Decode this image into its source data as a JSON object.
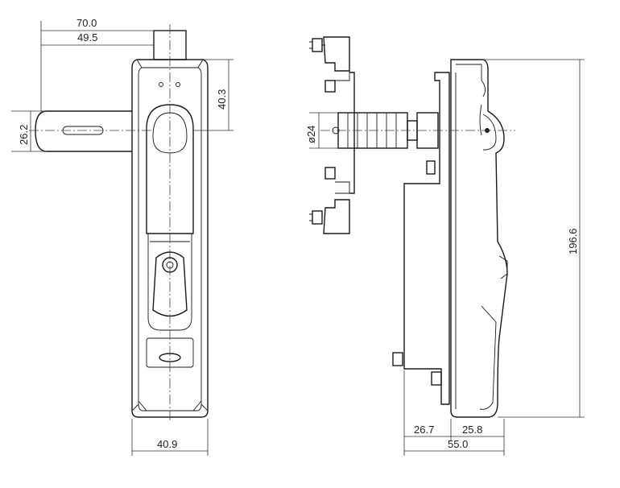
{
  "dimensions": {
    "front_overall_width": "70.0",
    "front_lever_width": "49.5",
    "front_top_offset": "40.3",
    "front_handle_height": "26.2",
    "front_body_width": "40.9",
    "side_diameter": "ø24",
    "side_overall_height": "196.6",
    "side_depth_rear": "26.7",
    "side_depth_front": "25.8",
    "side_overall_depth": "55.0"
  },
  "colors": {
    "line": "#1a1a1a",
    "dimension": "#333333",
    "background": "#ffffff"
  }
}
